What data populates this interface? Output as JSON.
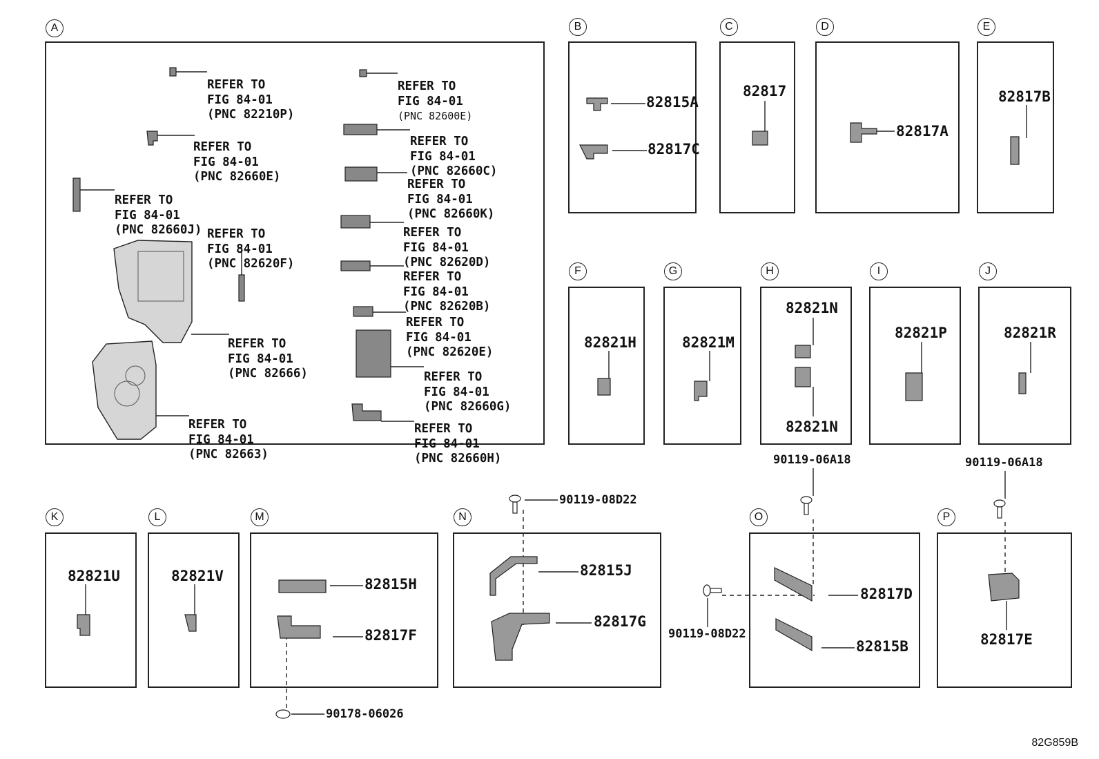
{
  "diagram_code": "82G859B",
  "panels": {
    "A": {
      "letter": "A"
    },
    "B": {
      "letter": "B"
    },
    "C": {
      "letter": "C"
    },
    "D": {
      "letter": "D"
    },
    "E": {
      "letter": "E"
    },
    "F": {
      "letter": "F"
    },
    "G": {
      "letter": "G"
    },
    "H": {
      "letter": "H"
    },
    "I": {
      "letter": "I"
    },
    "J": {
      "letter": "J"
    },
    "K": {
      "letter": "K"
    },
    "L": {
      "letter": "L"
    },
    "M": {
      "letter": "M"
    },
    "N": {
      "letter": "N"
    },
    "O": {
      "letter": "O"
    },
    "P": {
      "letter": "P"
    }
  },
  "refs": {
    "r1": {
      "l1": "REFER TO",
      "l2": "FIG 84-01",
      "l3": "(PNC 82210P)"
    },
    "r2": {
      "l1": "REFER TO",
      "l2": "FIG 84-01",
      "l3": "(PNC 82600E)"
    },
    "r3": {
      "l1": "REFER TO",
      "l2": "FIG 84-01",
      "l3": "(PNC 82660E)"
    },
    "r4": {
      "l1": "REFER TO",
      "l2": "FIG 84-01",
      "l3": "(PNC 82660C)"
    },
    "r5": {
      "l1": "REFER TO",
      "l2": "FIG 84-01",
      "l3": "(PNC 82660K)"
    },
    "r6": {
      "l1": "REFER TO",
      "l2": "FIG 84-01",
      "l3": "(PNC 82660J)"
    },
    "r7": {
      "l1": "REFER TO",
      "l2": "FIG 84-01",
      "l3": "(PNC 82620F)"
    },
    "r8": {
      "l1": "REFER TO",
      "l2": "FIG 84-01",
      "l3": "(PNC 82620D)"
    },
    "r9": {
      "l1": "REFER TO",
      "l2": "FIG 84-01",
      "l3": "(PNC 82620B)"
    },
    "r10": {
      "l1": "REFER TO",
      "l2": "FIG 84-01",
      "l3": "(PNC 82620E)"
    },
    "r11": {
      "l1": "REFER TO",
      "l2": "FIG 84-01",
      "l3": "(PNC 82666)"
    },
    "r12": {
      "l1": "REFER TO",
      "l2": "FIG 84-01",
      "l3": "(PNC 82660G)"
    },
    "r13": {
      "l1": "REFER TO",
      "l2": "FIG 84-01",
      "l3": "(PNC 82663)"
    },
    "r14": {
      "l1": "REFER TO",
      "l2": "FIG 84-01",
      "l3": "(PNC 82660H)"
    }
  },
  "parts": {
    "p82815A": "82815A",
    "p82817C": "82817C",
    "p82817": "82817",
    "p82817A": "82817A",
    "p82817B": "82817B",
    "p82821H": "82821H",
    "p82821M": "82821M",
    "p82821N_top": "82821N",
    "p82821N_bot": "82821N",
    "p82821P": "82821P",
    "p82821R": "82821R",
    "p82821U": "82821U",
    "p82821V": "82821V",
    "p82815H": "82815H",
    "p82817F": "82817F",
    "p82815J": "82815J",
    "p82817G": "82817G",
    "p82817D": "82817D",
    "p82815B": "82815B",
    "p82817E": "82817E"
  },
  "bolts": {
    "b_h": "90119-06A18",
    "b_j": "90119-06A18",
    "b_n": "90119-08D22",
    "b_o": "90119-08D22",
    "b_m": "90178-06026"
  }
}
